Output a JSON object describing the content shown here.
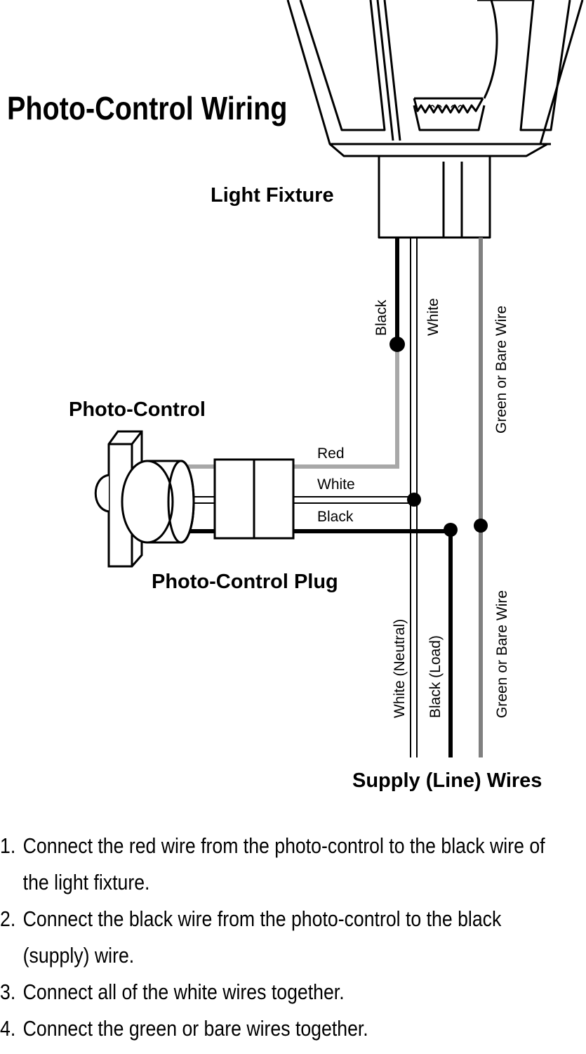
{
  "title": "Photo-Control Wiring",
  "labels": {
    "light_fixture": "Light Fixture",
    "photo_control": "Photo-Control",
    "photo_control_plug": "Photo-Control Plug",
    "supply_wires": "Supply (Line) Wires"
  },
  "wire_labels": {
    "fixture_black": "Black",
    "fixture_white": "White",
    "fixture_ground": "Green or Bare Wire",
    "pc_red": "Red",
    "pc_white": "White",
    "pc_black": "Black",
    "supply_white": "White (Neutral)",
    "supply_black": "Black (Load)",
    "supply_ground": "Green or Bare Wire"
  },
  "colors": {
    "black_wire": "#000000",
    "red_wire": "#a8a8a8",
    "ground_wire": "#808080",
    "white_wire": "#ffffff"
  },
  "instructions": [
    {
      "num": "1.",
      "text": "Connect the red wire from the photo-control to the black wire of the light fixture."
    },
    {
      "num": "2.",
      "text": "Connect the black wire from the photo-control to the black (supply) wire."
    },
    {
      "num": "3.",
      "text": "Connect all of the white wires together."
    },
    {
      "num": "4.",
      "text": "Connect the green or bare wires together."
    }
  ]
}
